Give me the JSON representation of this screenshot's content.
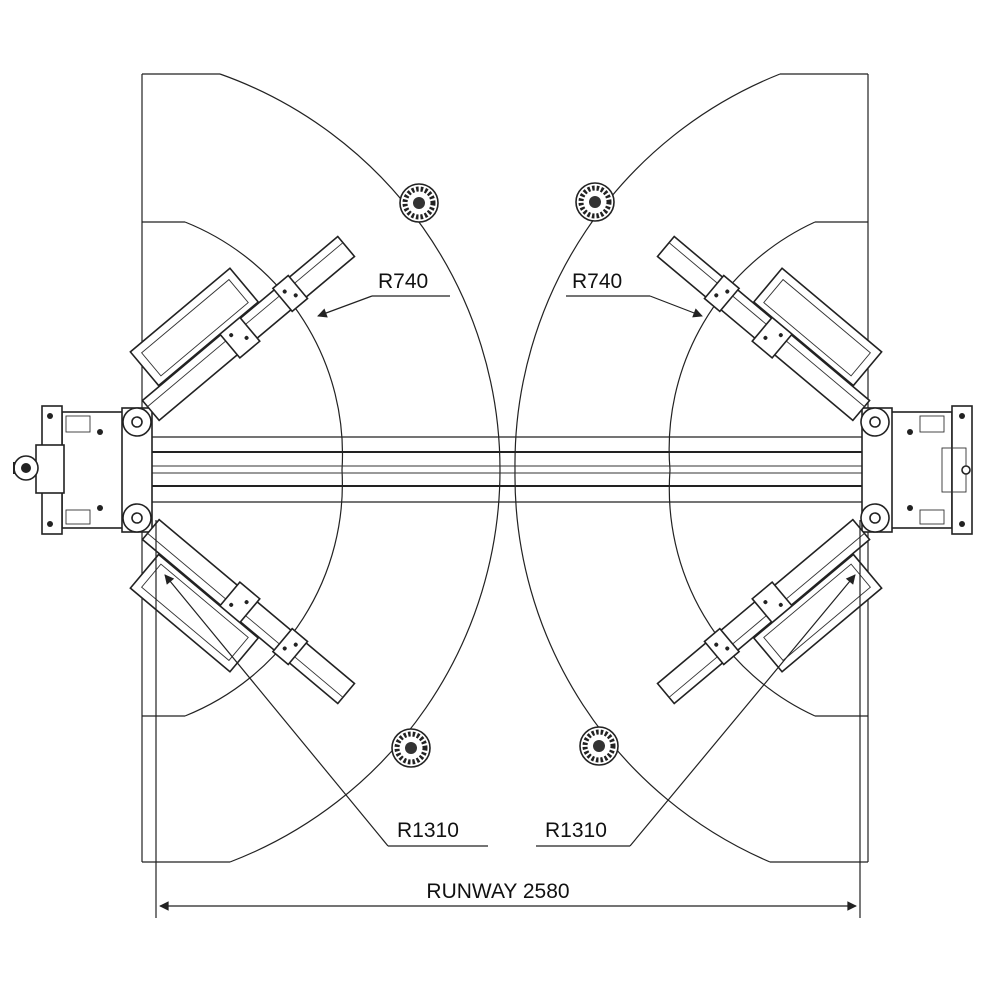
{
  "dimensions": {
    "radius_short": "R740",
    "radius_long": "R1310",
    "runway": "RUNWAY 2580"
  },
  "colors": {
    "line": "#222222",
    "background": "#ffffff"
  },
  "icons": [
    "lift-column",
    "lift-pad",
    "swing-arm",
    "arrowhead"
  ]
}
